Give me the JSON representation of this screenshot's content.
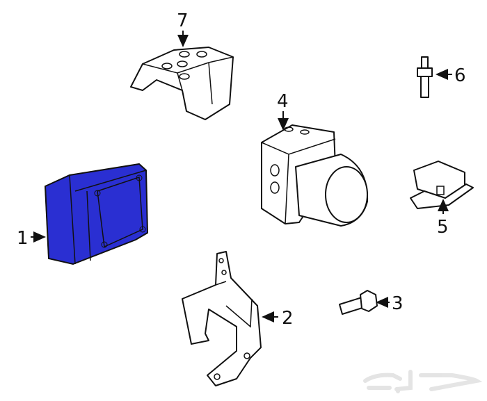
{
  "diagram": {
    "callouts": [
      {
        "number": "1",
        "part": "abs-control-module",
        "highlighted": true
      },
      {
        "number": "2",
        "part": "bracket"
      },
      {
        "number": "3",
        "part": "bolt"
      },
      {
        "number": "4",
        "part": "abs-modulator-assembly"
      },
      {
        "number": "5",
        "part": "bracket-clip"
      },
      {
        "number": "6",
        "part": "stud"
      },
      {
        "number": "7",
        "part": "mounting-bracket"
      }
    ],
    "highlight_color": "#2a2fd2",
    "watermark": "حراج"
  }
}
